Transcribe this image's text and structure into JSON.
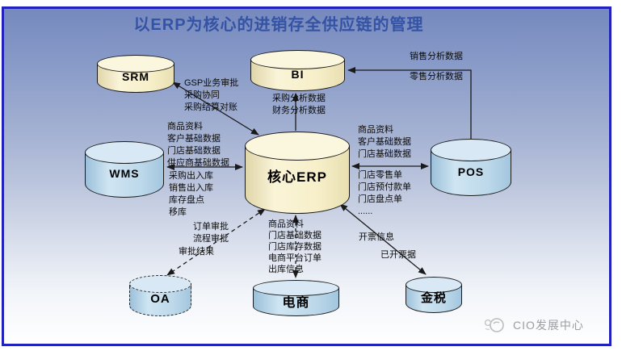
{
  "title": "以ERP为核心的进销存全供应链的管理",
  "nodes": {
    "srm": "SRM",
    "bi": "BI",
    "wms": "WMS",
    "erp": "核心ERP",
    "pos": "POS",
    "oa": "OA",
    "ecommerce": "电商",
    "goldtax": "金税"
  },
  "edge_labels": {
    "srm_erp": [
      "GSP业务审批",
      "采购协同",
      "采购结算对账"
    ],
    "erp_bi": [
      "采购分析数据",
      "财务分析数据"
    ],
    "pos_bi": [
      "销售分析数据",
      "零售分析数据"
    ],
    "erp_to_wms": [
      "商品资料",
      "客户基础数据",
      "门店基础数据",
      "供应商基础数据"
    ],
    "wms_to_erp": [
      "采购出入库",
      "销售出入库",
      "库存盘点",
      "移库"
    ],
    "erp_to_pos": [
      "商品资料",
      "客户基础数据",
      "门店基础数据"
    ],
    "pos_to_erp": [
      "门店零售单",
      "门店预付款单",
      "门店盘点单",
      "......"
    ],
    "erp_to_oa": [
      "订单审批",
      "流程审批"
    ],
    "oa_to_erp": [
      "审批结果"
    ],
    "erp_ecommerce": [
      "商品资料",
      "门店基础数据",
      "门店库存数据",
      "电商平台订单",
      "出库信息"
    ],
    "erp_to_goldtax": [
      "开票信息"
    ],
    "goldtax_to_erp": [
      "已开票据"
    ]
  },
  "watermark": "CIO发展中心",
  "colors": {
    "slide_border": "#2121bb",
    "title_text": "#3553a4",
    "cream_node": "#f8f1cf",
    "blue_node": "#b7d4e8",
    "connector": "#1a1a1a",
    "watermark_text": "#9b9ea3"
  }
}
